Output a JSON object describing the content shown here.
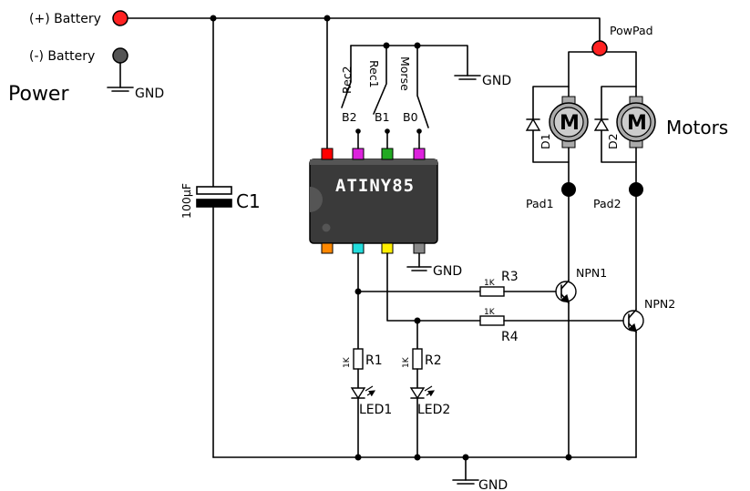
{
  "labels": {
    "battery_pos": "(+) Battery",
    "battery_neg": "(-) Battery",
    "power": "Power",
    "gnd": "GND",
    "powpad": "PowPad",
    "rec2": "Rec2",
    "rec1": "Rec1",
    "morse": "Morse",
    "b2": "B2",
    "b1": "B1",
    "b0": "B0",
    "chip": "ATINY85",
    "c1": "C1",
    "c1_value": "100µF",
    "motors": "Motors",
    "motor_letter": "M",
    "d1": "D1",
    "d2": "D2",
    "pad1": "Pad1",
    "pad2": "Pad2",
    "npn1": "NPN1",
    "npn2": "NPN2",
    "r1": "R1",
    "r2": "R2",
    "r3": "R3",
    "r4": "R4",
    "r_value": "1K",
    "led1": "LED1",
    "led2": "LED2"
  },
  "colors": {
    "battery_pos": "#ff2222",
    "battery_neg": "#555555",
    "powpad": "#ff2222",
    "pin_top": [
      "#ff0000",
      "#dd22dd",
      "#22aa22",
      "#dd22dd"
    ],
    "pin_bottom": [
      "#ff8800",
      "#22dddd",
      "#ffee00",
      "#888888"
    ],
    "chip_body": "#3a3a3a"
  }
}
